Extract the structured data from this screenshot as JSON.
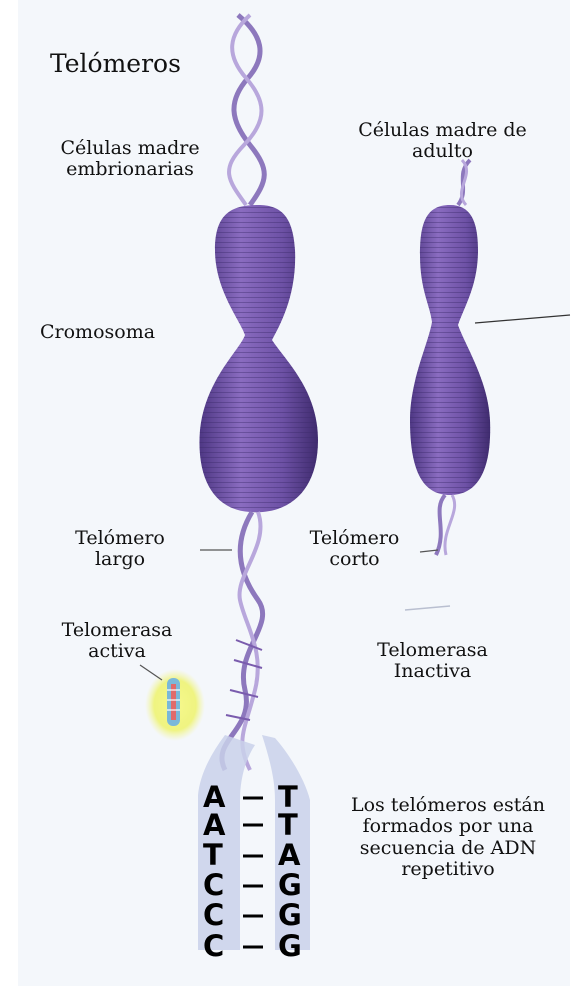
{
  "title": "Telómeros",
  "labels": {
    "embryonic": "Células madre embrionarias",
    "adult": "Células madre de adulto",
    "chromosome": "Cromosoma",
    "long_telomere": "Telómero largo",
    "short_telomere": "Telómero corto",
    "active": "Telomerasa activa",
    "inactive": "Telomerasa Inactiva",
    "description": "Los telómeros están formados por una secuencia de ADN repetitivo"
  },
  "base_pairs": [
    {
      "left": "A",
      "right": "T"
    },
    {
      "left": "A",
      "right": "T"
    },
    {
      "left": "T",
      "right": "A"
    },
    {
      "left": "C",
      "right": "G"
    },
    {
      "left": "C",
      "right": "G"
    },
    {
      "left": "C",
      "right": "G"
    }
  ],
  "colors": {
    "chromosome": "#7a5cad",
    "chromosome_dark": "#523a85",
    "dna": "#9b86c4",
    "highlight": "#f3f59a"
  }
}
